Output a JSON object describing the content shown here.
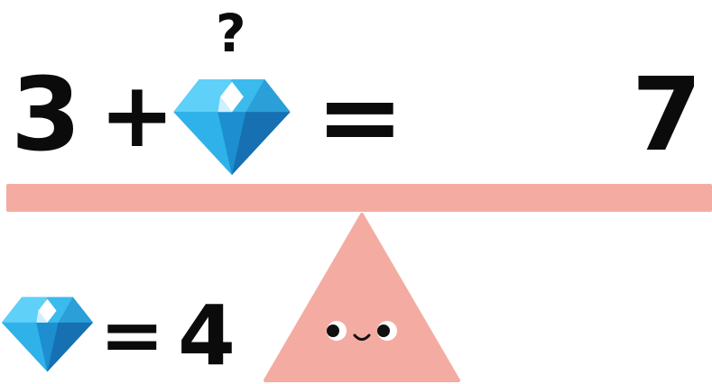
{
  "equation": {
    "left_number": "3",
    "plus": "+",
    "equals": "=",
    "result": "7",
    "unknown_mark": "?"
  },
  "solution": {
    "equals": "=",
    "value": "4"
  },
  "icons": {
    "unknown_symbol": "diamond-icon",
    "fulcrum": "smiling-triangle-icon"
  },
  "colors": {
    "diamond_light": "#41c4f3",
    "diamond_dark": "#1377b8",
    "beam": "#f4aca2",
    "text": "#0b0b0b"
  }
}
